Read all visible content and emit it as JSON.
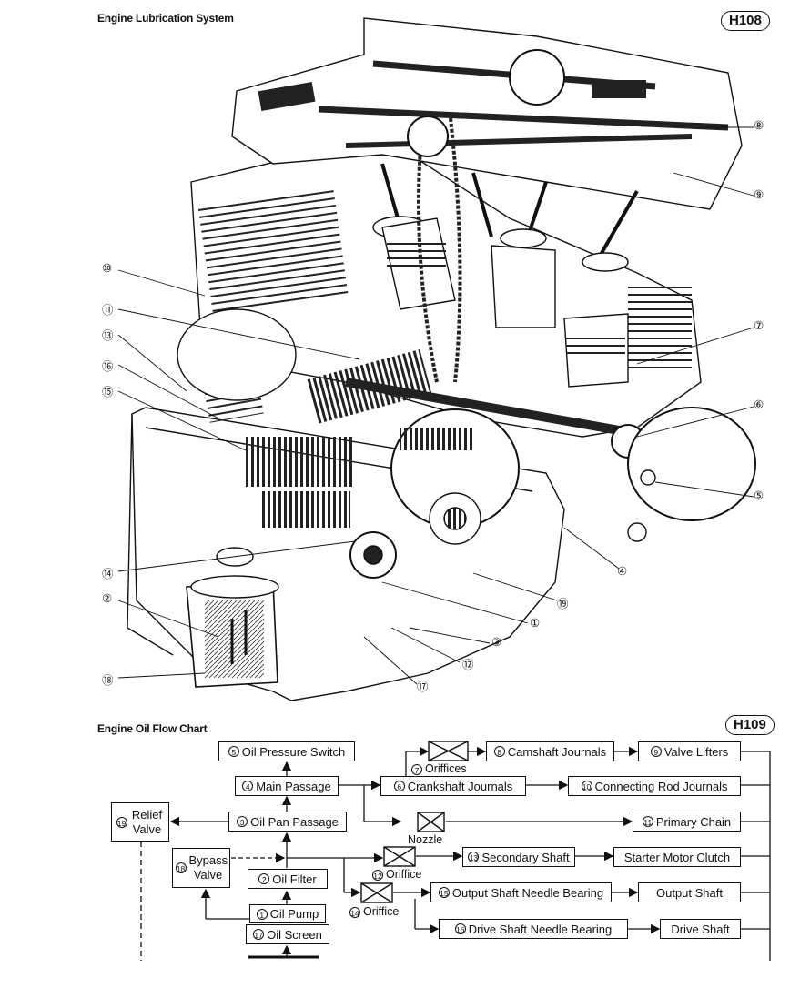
{
  "diagram1": {
    "title": "Engine Lubrication System",
    "tag": "H108",
    "callouts": [
      "①",
      "②",
      "③",
      "④",
      "⑤",
      "⑥",
      "⑦",
      "⑧",
      "⑨",
      "⑩",
      "⑪",
      "⑫",
      "⑬",
      "⑭",
      "⑮",
      "⑯",
      "⑰",
      "⑱",
      "⑲"
    ]
  },
  "diagram2": {
    "title": "Engine Oil Flow Chart",
    "tag": "H109",
    "nodes": {
      "oil_pressure_switch": {
        "num": "5",
        "label": "Oil Pressure Switch"
      },
      "main_passage": {
        "num": "4",
        "label": "Main Passage"
      },
      "oil_pan_passage": {
        "num": "3",
        "label": "Oil Pan Passage"
      },
      "oil_filter": {
        "num": "2",
        "label": "Oil Filter"
      },
      "oil_pump": {
        "num": "1",
        "label": "Oil Pump"
      },
      "oil_screen": {
        "num": "17",
        "label": "Oil Screen"
      },
      "relief_valve": {
        "num": "19",
        "label": "Relief Valve"
      },
      "bypass_valve": {
        "num": "18",
        "label": "Bypass Valve"
      },
      "crankshaft_journals": {
        "num": "6",
        "label": "Crankshaft Journals"
      },
      "camshaft_journals": {
        "num": "8",
        "label": "Camshaft Journals"
      },
      "valve_lifters": {
        "num": "9",
        "label": "Valve Lifters"
      },
      "connecting_rod_journals": {
        "num": "10",
        "label": "Connecting Rod Journals"
      },
      "primary_chain": {
        "num": "11",
        "label": "Primary Chain"
      },
      "secondary_shaft": {
        "num": "13",
        "label": "Secondary Shaft"
      },
      "starter_motor_clutch": {
        "num": "",
        "label": "Starter Motor Clutch"
      },
      "output_shaft_needle_bearing": {
        "num": "15",
        "label": "Output Shaft Needle Bearing"
      },
      "output_shaft": {
        "num": "",
        "label": "Output Shaft"
      },
      "drive_shaft_needle_bearing": {
        "num": "16",
        "label": "Drive Shaft Needle Bearing"
      },
      "drive_shaft": {
        "num": "",
        "label": "Drive Shaft"
      }
    },
    "restrictors": {
      "orifices_7": {
        "num": "7",
        "label": "Oriffices"
      },
      "nozzle": {
        "num": "",
        "label": "Nozzle"
      },
      "oriffice_12": {
        "num": "12",
        "label": "Oriffice"
      },
      "oriffice_14": {
        "num": "14",
        "label": "Oriffice"
      }
    }
  }
}
